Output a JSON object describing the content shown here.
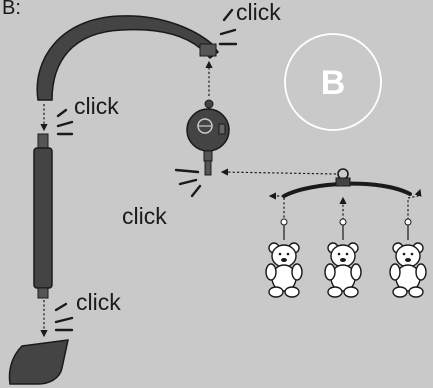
{
  "figure": {
    "corner_label": "B:",
    "badge_letter": "B",
    "click_labels": [
      "click",
      "click",
      "click",
      "click"
    ]
  },
  "colors": {
    "background": "#c9c9c9",
    "part_fill": "#444444",
    "outline": "#1a1a1a",
    "badge": "#ffffff"
  }
}
